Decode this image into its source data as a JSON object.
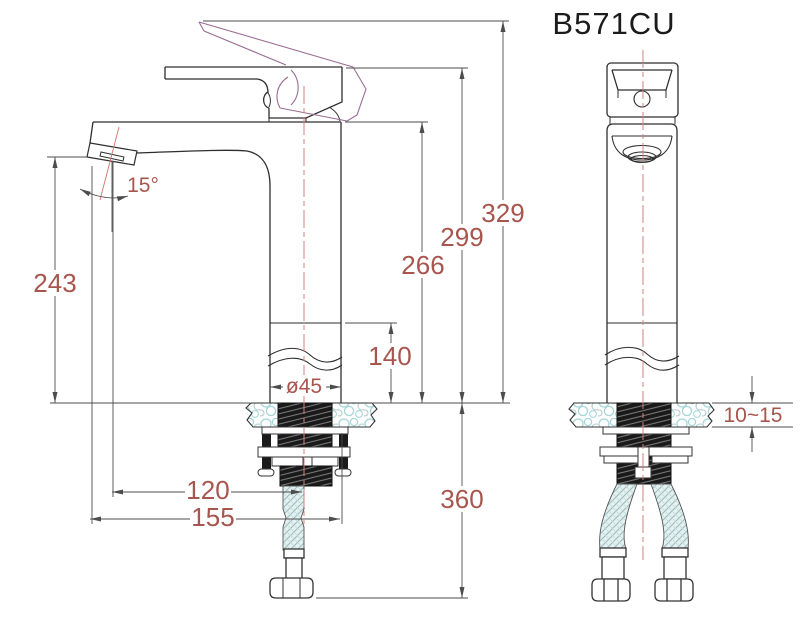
{
  "title": "B571CU",
  "colors": {
    "outline": "#2e2e2e",
    "dimension_line": "#4d4d4d",
    "dimension_text": "#a8554e",
    "centerline": "#d4807c",
    "raised_handle": "#9a6d91",
    "counter_texture": "#a6d7d8",
    "hose_texture": "#9db9ba"
  },
  "dimensions": {
    "spout_angle": "15°",
    "spout_height": "243",
    "body_top_height": "266",
    "handle_height": "299",
    "max_height": "329",
    "lower_body_height": "140",
    "body_diameter": "ø45",
    "reach_to_center": "120",
    "reach_total": "155",
    "hose_drop": "360",
    "deck_thickness": "10~15"
  }
}
